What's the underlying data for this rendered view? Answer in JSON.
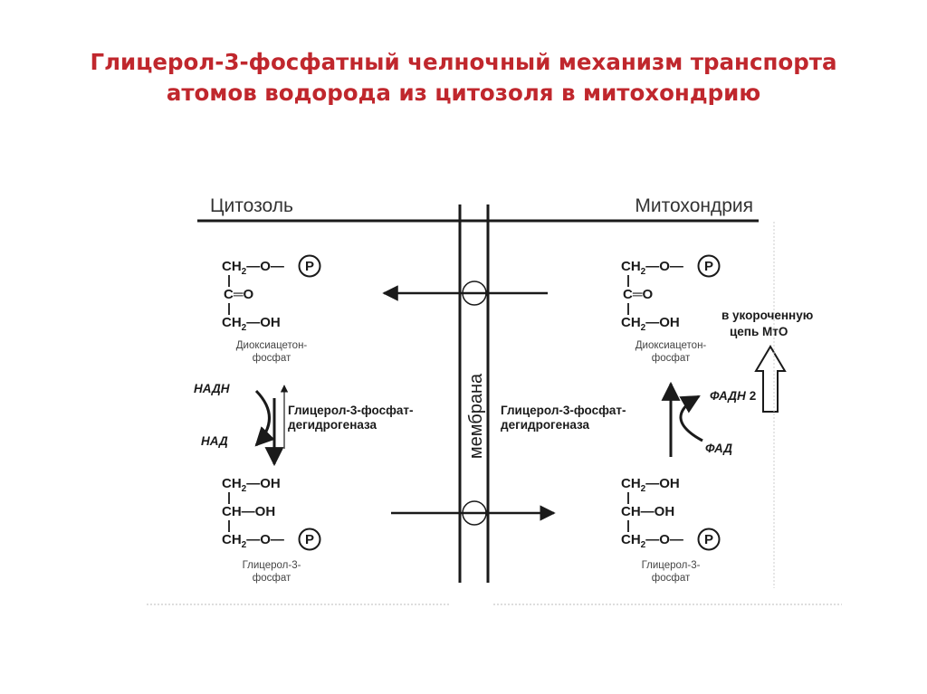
{
  "title": {
    "line1": "Глицерол-3-фосфатный челночный механизм транспорта",
    "line2": "атомов водорода из цитозоля в митохондрию"
  },
  "regions": {
    "left": "Цитозоль",
    "right": "Митохондрия",
    "membrane": "мембрана"
  },
  "formula": {
    "ch2": "CH",
    "sub2": "2",
    "o": "—O—",
    "oh": "—OH",
    "c_eq_o": "C═O",
    "ch_oh": "CH—OH",
    "phosphate": "P"
  },
  "compounds": {
    "dhap_line1": "Диоксиацетон-",
    "dhap_line2": "фосфат",
    "g3p_line1": "Глицерол-3-",
    "g3p_line2": "фосфат"
  },
  "enzyme": {
    "line1": "Глицерол-3-фосфат-",
    "line2": "дегидрогеназа"
  },
  "cofactors": {
    "nadh": "НАДН",
    "nad": "НАД",
    "fadh": "ФАДН",
    "fadh_sub": "2",
    "fad": "ФАД"
  },
  "note": {
    "line1": "в укороченную",
    "line2": "цепь МтО"
  },
  "colors": {
    "title": "#c0272d",
    "lines": "#1a1a1a"
  }
}
